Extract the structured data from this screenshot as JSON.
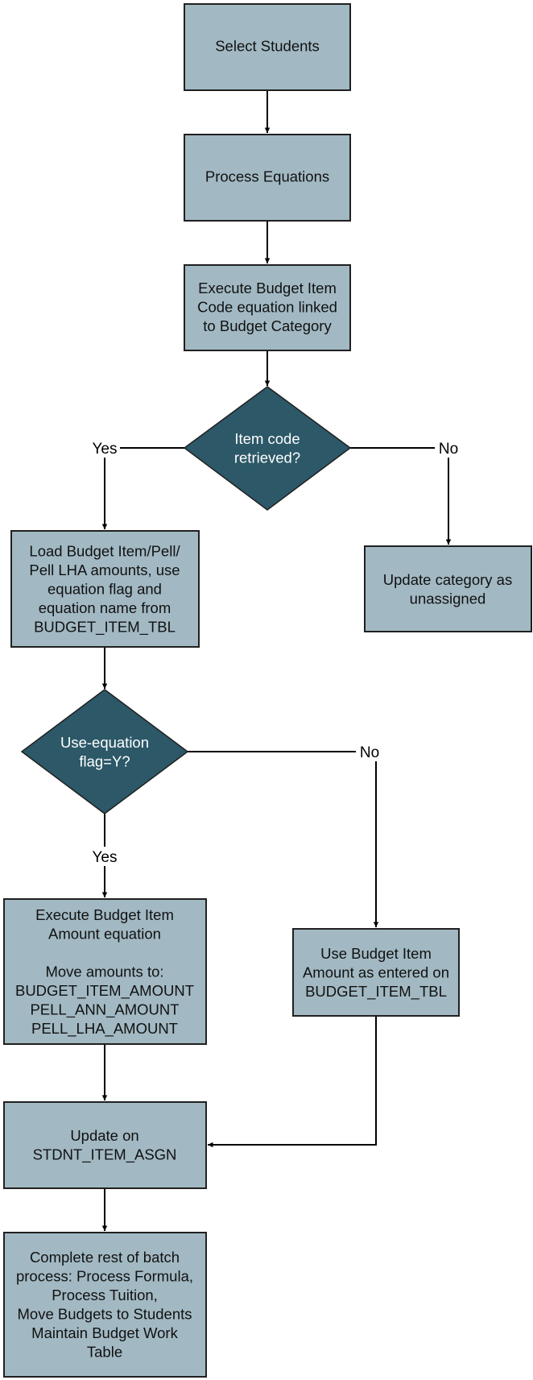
{
  "nodes": {
    "select_students": {
      "lines": [
        "Select Students"
      ]
    },
    "process_equations": {
      "lines": [
        "Process Equations"
      ]
    },
    "execute_budget_item_code": {
      "lines": [
        "Execute Budget Item",
        "Code equation linked",
        "to Budget Category"
      ]
    },
    "item_code_retrieved": {
      "lines": [
        "Item code",
        "retrieved?"
      ]
    },
    "load_budget_item": {
      "lines": [
        "Load Budget Item/Pell/",
        "Pell LHA amounts, use",
        "equation flag and",
        "equation name from",
        "BUDGET_ITEM_TBL"
      ]
    },
    "update_category": {
      "lines": [
        "Update category as",
        "unassigned"
      ]
    },
    "use_equation_flag": {
      "lines": [
        "Use-equation",
        "flag=Y?"
      ]
    },
    "execute_amount_equation": {
      "lines": [
        "Execute Budget Item",
        "Amount equation",
        "",
        "Move amounts to:",
        "BUDGET_ITEM_AMOUNT",
        "PELL_ANN_AMOUNT",
        "PELL_LHA_AMOUNT"
      ]
    },
    "use_amount_as_entered": {
      "lines": [
        "Use Budget Item",
        "Amount as entered on",
        "BUDGET_ITEM_TBL"
      ]
    },
    "update_on_stdnt": {
      "lines": [
        "Update on",
        "STDNT_ITEM_ASGN"
      ]
    },
    "complete_rest": {
      "lines": [
        "Complete rest of batch",
        "process: Process Formula,",
        "Process Tuition,",
        "Move Budgets to Students",
        "Maintain Budget Work",
        "Table"
      ]
    }
  },
  "edge_labels": {
    "item_code_yes": "Yes",
    "item_code_no": "No",
    "use_equation_yes": "Yes",
    "use_equation_no": "No"
  },
  "colors": {
    "process_fill": "#a2b9c3",
    "decision_fill": "#2c5868",
    "border": "#202020",
    "connector": "#000000"
  }
}
